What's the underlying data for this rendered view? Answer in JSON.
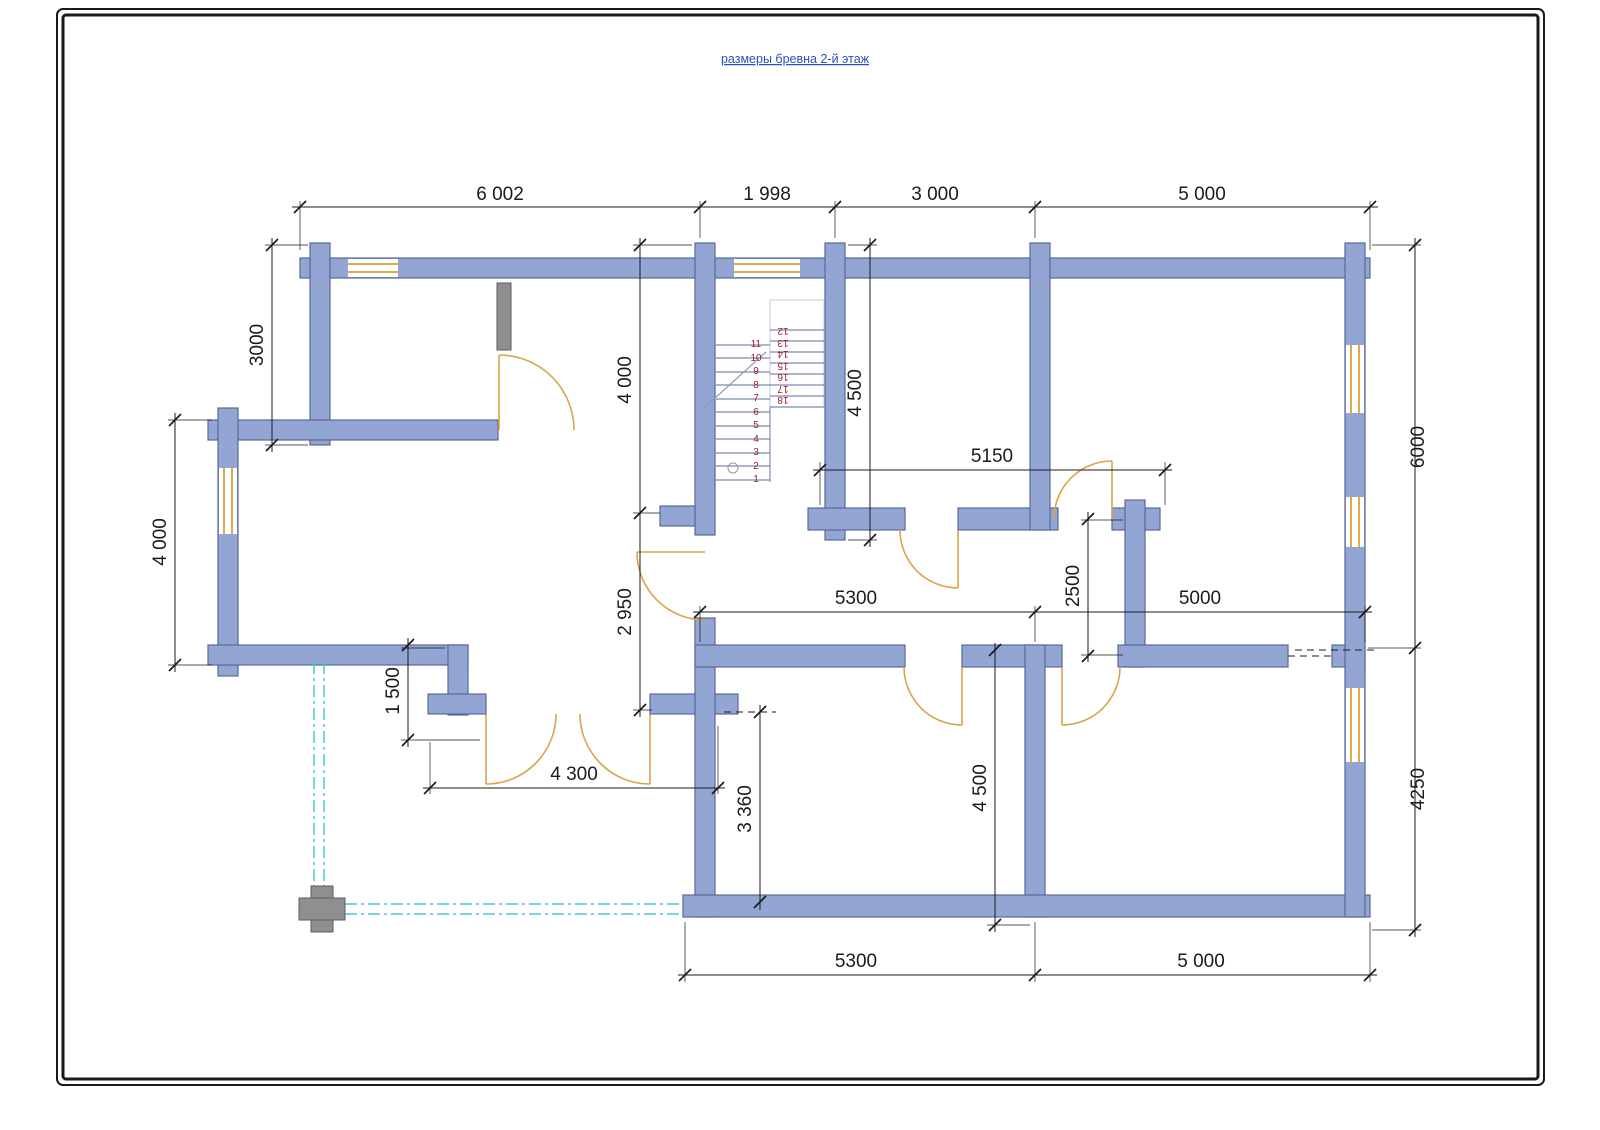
{
  "page": {
    "title": "размеры бревна 2-й этаж"
  },
  "colors": {
    "wall_fill": "#93a5d3",
    "wall_stroke": "#5a679b",
    "door": "#d9a44a",
    "window": "#e0a94e",
    "terrace": "#45c8d8",
    "dim": "#1b1b1b",
    "stair_num": "#9b1c31",
    "title": "#2b50c0",
    "column_gray": "#8f8f8f"
  },
  "dims": {
    "top": [
      "6 002",
      "1 998",
      "3 000",
      "5 000"
    ],
    "left": {
      "room3000": "3000",
      "room4000": "4 000",
      "wall1500": "1 500"
    },
    "middle": {
      "upper4000": "4 000",
      "lower2950": "2 950",
      "stair4500": "4 500",
      "room5150": "5150",
      "span5300": "5300",
      "span5000": "5000",
      "wall2500": "2500",
      "door4300": "4 300",
      "hall3360": "3 360",
      "room4500": "4 500"
    },
    "bottom": [
      "5300",
      "5 000"
    ],
    "right": [
      "6000",
      "4250"
    ]
  },
  "stairs": {
    "left_flight": [
      "1",
      "2",
      "3",
      "4",
      "5",
      "6",
      "7",
      "8",
      "9",
      "10",
      "11"
    ],
    "right_flight": [
      "12",
      "13",
      "14",
      "15",
      "16",
      "17",
      "18"
    ]
  }
}
